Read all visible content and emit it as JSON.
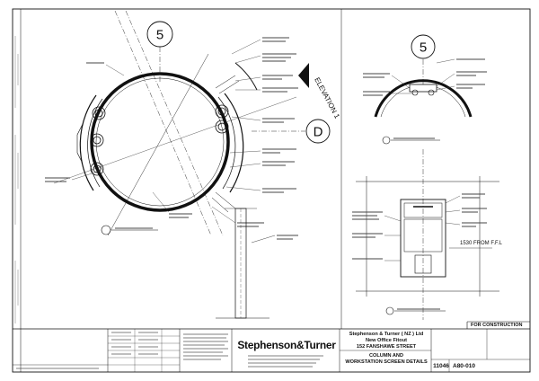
{
  "sheet": {
    "grid_ref_5": "5",
    "grid_ref_d": "D",
    "elevation_label": "ELEVATION 1",
    "dimension_label": "1530 FROM F.F.L",
    "status": "FOR CONSTRUCTION",
    "colors": {
      "line": "#111111",
      "paper": "#ffffff"
    }
  },
  "title_block": {
    "firm": "Stephenson&Turner",
    "client": "Stephenson & Turner ( NZ ) Ltd",
    "project_line1": "New Office Fitout",
    "project_line2": "152 FANSHAWE STREET",
    "drawing_title_line1": "COLUMN AND",
    "drawing_title_line2": "WORKSTATION SCREEN DETAILS",
    "project_no": "11046",
    "drawing_no": "A80-010"
  }
}
